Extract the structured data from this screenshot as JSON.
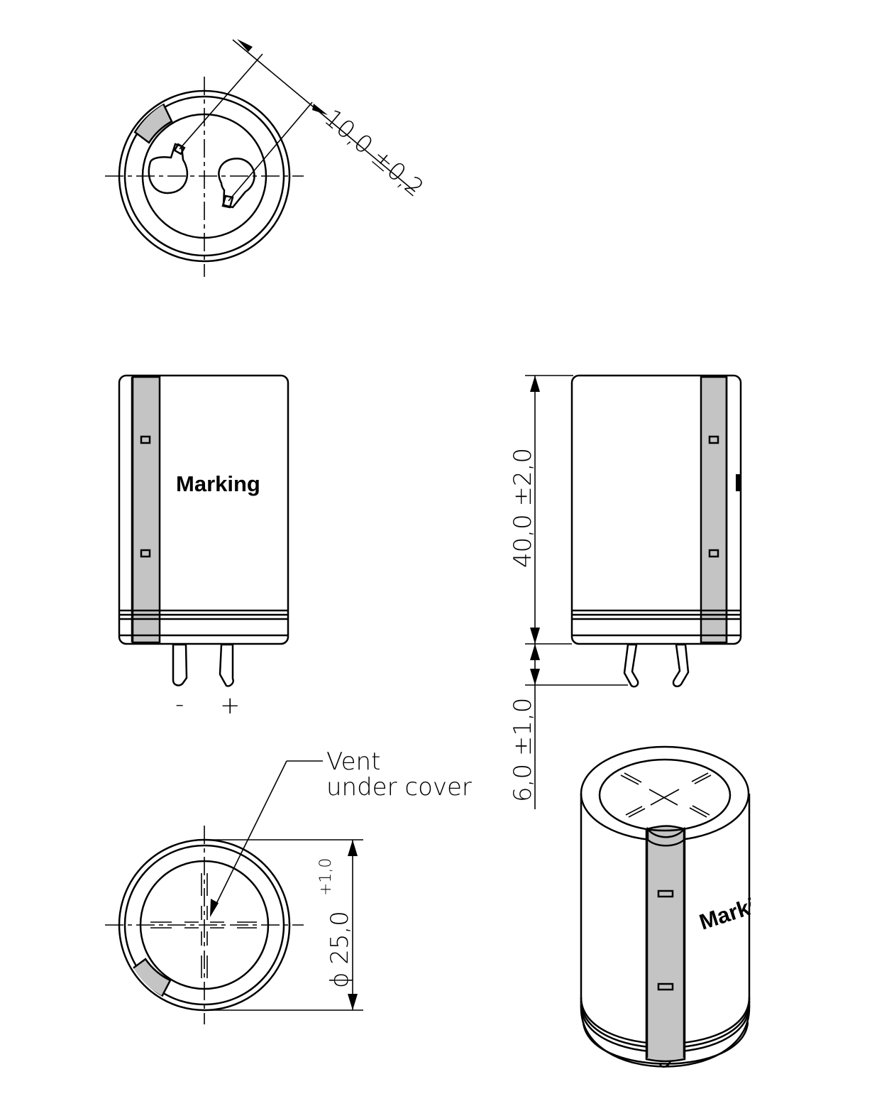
{
  "labels": {
    "pin_pitch": "10,0 ±0,2",
    "height": "40,0 ±2,0",
    "pin_length": "6,0 ±1,0",
    "diameter": "ϕ  25,0",
    "diameter_tol": "+1,0",
    "minus": "-",
    "plus": "+",
    "vent_line1": "Vent",
    "vent_line2": "under cover",
    "marking": "Marking"
  },
  "colors": {
    "line": "#000000",
    "band": "#c4c4c4",
    "background": "#ffffff"
  }
}
